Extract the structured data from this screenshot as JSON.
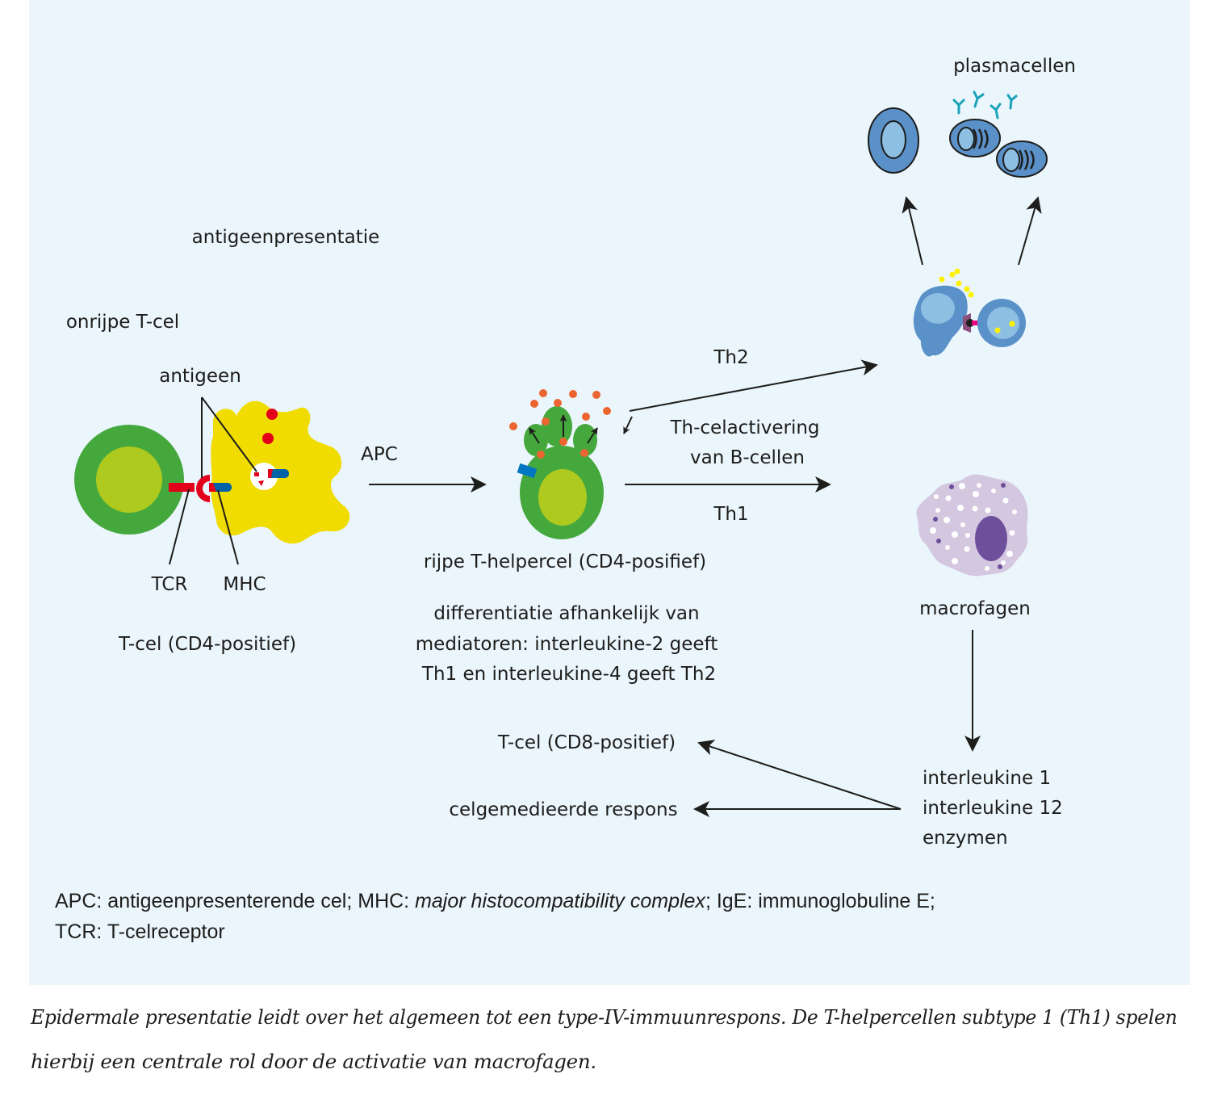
{
  "diagram": {
    "labels": {
      "plasmacellen": "plasmacellen",
      "antigeenpresentatie": "antigeenpresentatie",
      "onrijpe_tcel": "onrijpe T-cel",
      "antigeen": "antigeen",
      "tcr": "TCR",
      "mhc": "MHC",
      "tcel_cd4": "T-cel (CD4-positief)",
      "apc": "APC",
      "th2": "Th2",
      "th_activation_line1": "Th-celactivering",
      "th_activation_line2": "van B-cellen",
      "th1": "Th1",
      "rijpe_thelper": "rijpe T-helpercel (CD4-posifief)",
      "differentiation_line1": "differentiatie afhankelijk van",
      "differentiation_line2": "mediatoren: interleukine-2 geeft",
      "differentiation_line3": "Th1 en interleukine-4 geeft Th2",
      "macrofagen": "macrofagen",
      "tcel_cd8": "T-cel (CD8-positief)",
      "celgemedieerde": "celgemedieerde respons",
      "interleukine1": "interleukine 1",
      "interleukine12": "interleukine 12",
      "enzymen": "enzymen"
    },
    "colors": {
      "panel_bg": "#eaf5fc",
      "tcell_outer": "#45a83d",
      "tcell_inner": "#afca1e",
      "apc_yellow": "#f1dc00",
      "antigen_red": "#e2001a",
      "mhc_blue": "#0062a6",
      "cytokine_orange": "#ec6530",
      "bcell_blue": "#5b91c9",
      "bcell_light": "#8dbfe3",
      "antibody_teal": "#1aa3b8",
      "macrophage_lilac": "#d4c7e0",
      "macrophage_nucleus": "#6e4f9b",
      "il_yellow": "#fff200",
      "receptor_purple": "#8a4f7d",
      "receptor_pink": "#e6007e"
    }
  },
  "legend": {
    "line1_part1": "APC: antigeenpresenterende cel; MHC: ",
    "line1_italic": "major histocompatibility complex",
    "line1_part2": "; IgE: immunoglobuline E;",
    "line2": "TCR: T-celreceptor"
  },
  "caption": {
    "line1": "Epidermale presentatie leidt over het algemeen tot een type-IV-immuunrespons. De T-helpercellen subtype 1 (Th1) spelen",
    "line2": "hierbij een centrale rol door de activatie van macrofagen."
  }
}
